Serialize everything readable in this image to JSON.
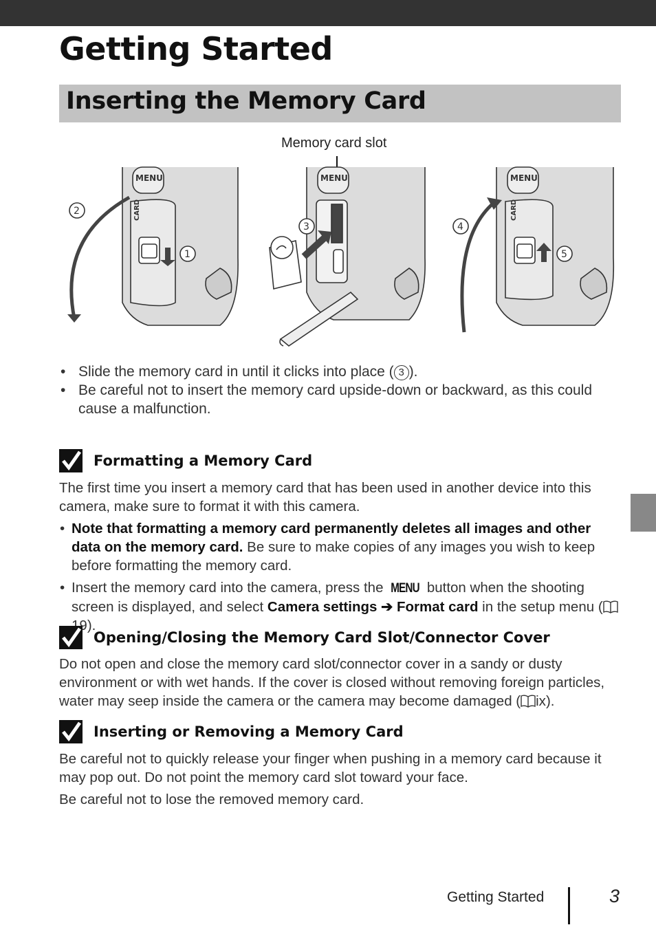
{
  "header": {
    "chapter_title": "Getting Started"
  },
  "section": {
    "title": "Inserting the Memory Card"
  },
  "figure": {
    "callout_label": "Memory card slot",
    "step_numbers": [
      "1",
      "2",
      "3",
      "4",
      "5"
    ],
    "camera_menu_label": "MENU",
    "card_label": "CARD"
  },
  "instructions": {
    "bullet1_text": "Slide the memory card in until it clicks into place (",
    "bullet1_step": "3",
    "bullet1_end": ").",
    "bullet2_text": "Be careful not to insert the memory card upside-down or backward, as this could cause a malfunction."
  },
  "notes": {
    "formatting": {
      "title": "Formatting a Memory Card",
      "intro": "The first time you insert a memory card that has been used in another device into this camera, make sure to format it with this camera.",
      "bullet1_bold": "Note that formatting a memory card permanently deletes all images and other data on the memory card.",
      "bullet1_rest": " Be sure to make copies of any images you wish to keep before formatting the memory card.",
      "bullet2_part1": "Insert the memory card into the camera, press the ",
      "bullet2_menu": "MENU",
      "bullet2_part2": " button when the shooting screen is displayed, and select ",
      "bullet2_bold1": "Camera settings",
      "bullet2_arrow": " ➔ ",
      "bullet2_bold2": "Format card",
      "bullet2_part3": " in the setup menu (",
      "bullet2_ref": "19",
      "bullet2_end": ")."
    },
    "cover": {
      "title": "Opening/Closing the Memory Card Slot/Connector Cover",
      "text": "Do not open and close the memory card slot/connector cover in a sandy or dusty environment or with wet hands. If the cover is closed without removing foreign particles, water may seep inside the camera or the camera may become damaged (",
      "ref": "ix",
      "end": ")."
    },
    "inserting": {
      "title": "Inserting or Removing a Memory Card",
      "text1": "Be careful not to quickly release your finger when pushing in a memory card because it may pop out. Do not point the memory card slot toward your face.",
      "text2": "Be careful not to lose the removed memory card."
    }
  },
  "footer": {
    "section_label": "Getting Started",
    "page_number": "3"
  }
}
